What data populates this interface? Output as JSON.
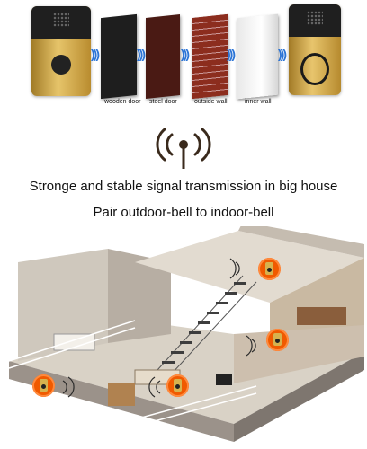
{
  "materials": {
    "wooden": "wooden door",
    "steel": "steel door",
    "outside": "outside wall",
    "inner": "inner wall"
  },
  "headline": {
    "line1": "Stronge and stable signal transmission in big house",
    "line2": "Pair outdoor-bell to indoor-bell"
  },
  "colors": {
    "accent_orange": "#f05a00",
    "signal_blue": "#2b74d6",
    "gold": "#d9b55a"
  },
  "icons": {
    "signal": "signal-antenna-icon",
    "waves": "wireless-wave-icon"
  }
}
